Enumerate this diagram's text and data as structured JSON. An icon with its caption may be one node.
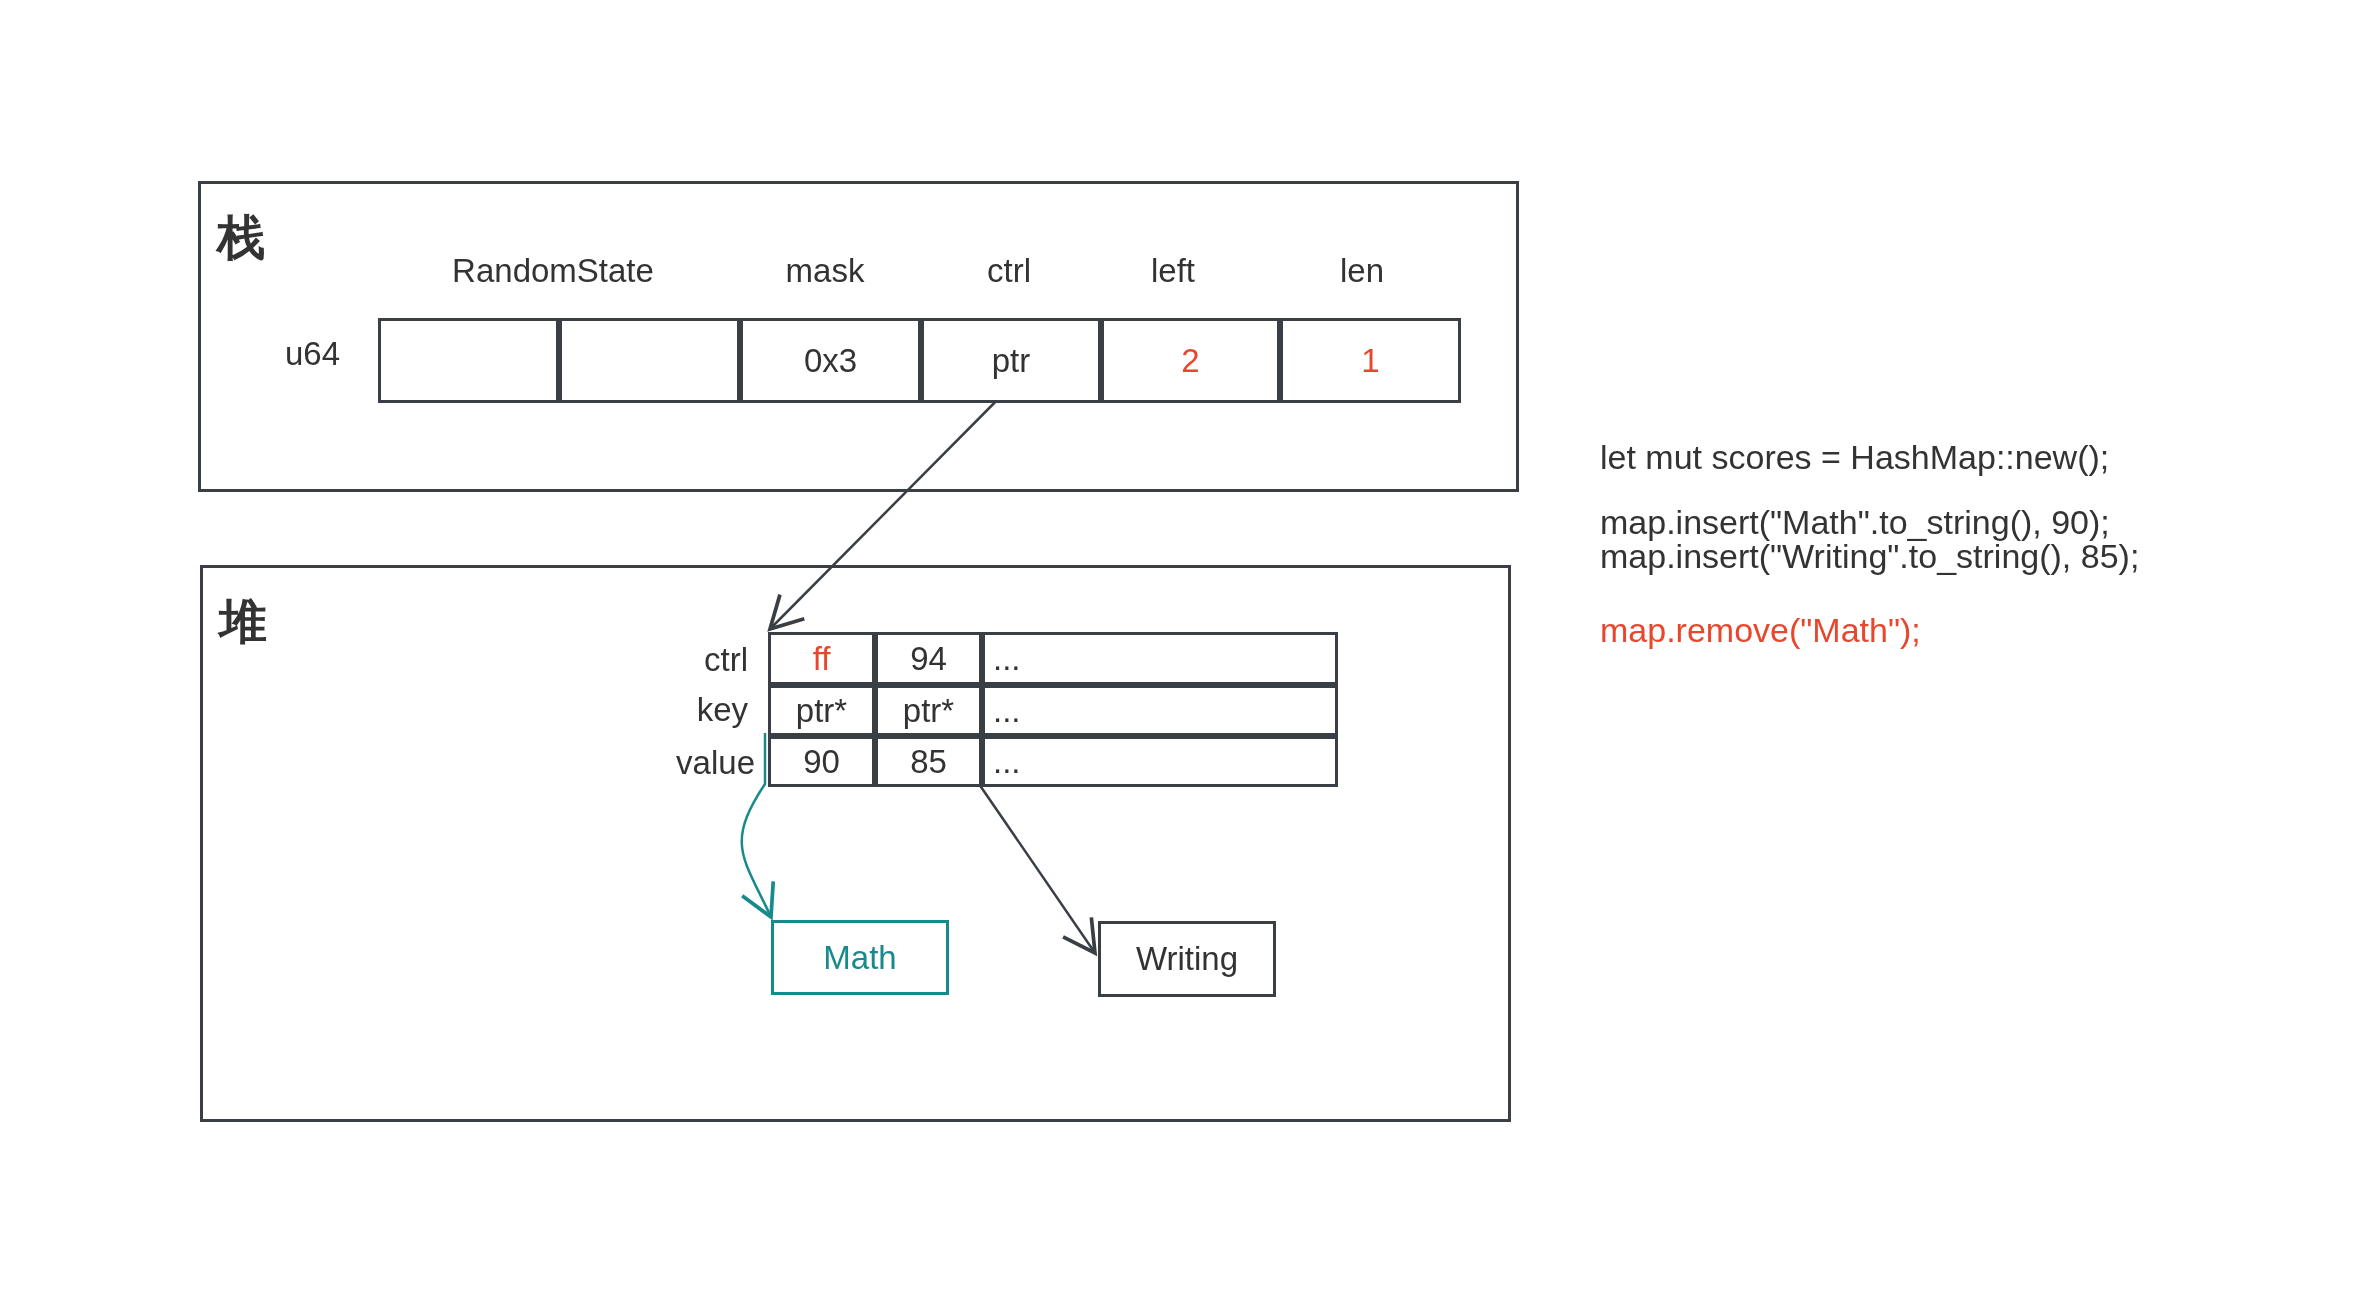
{
  "diagram": {
    "nodes": [
      {
        "text": [
          "栈"
        ]
      },
      {
        "text": [],
        "shape": "box",
        "in": 0
      },
      {
        "text": [],
        "shape": "box",
        "in": 0
      },
      {
        "text": [
          "0x3"
        ],
        "in": 0
      },
      {
        "text": [
          "ptr"
        ],
        "in": 0
      },
      {
        "text": [
          "2"
        ],
        "in": 0
      },
      {
        "text": [
          "1"
        ],
        "in": 0
      },
      {
        "text": [
          "堆"
        ]
      },
      {
        "text": [
          "ff"
        ],
        "in": 7
      },
      {
        "text": [
          "94"
        ],
        "in": 7
      },
      {
        "text": [
          "..."
        ],
        "in": 7
      },
      {
        "text": [
          "ptr*"
        ],
        "in": 7
      },
      {
        "text": [
          "ptr*"
        ],
        "in": 7
      },
      {
        "text": [
          "..."
        ],
        "in": 7
      },
      {
        "text": [
          "90"
        ],
        "in": 7
      },
      {
        "text": [
          "85"
        ],
        "in": 7
      },
      {
        "text": [
          "..."
        ],
        "in": 7
      },
      {
        "text": [
          "Math"
        ],
        "in": 7
      },
      {
        "text": [
          "Writing"
        ],
        "in": 7
      }
    ],
    "edges": [
      {
        "from": 4,
        "to": 8,
        "arrow": "to"
      },
      {
        "from": 11,
        "to": 17,
        "arrow": "to",
        "color": "#178a8c"
      },
      {
        "from": 12,
        "to": 18,
        "arrow": "to"
      }
    ],
    "labels": [
      "RandomState",
      "mask",
      "ctrl",
      "left",
      "len",
      "u64",
      "ctrl",
      "key",
      "value",
      "let mut scores = HashMap::new();",
      "map.insert(\"Math\".to_string(), 90);",
      "map.insert(\"Writing\".to_string(), 85);",
      "map.remove(\"Math\");"
    ]
  }
}
